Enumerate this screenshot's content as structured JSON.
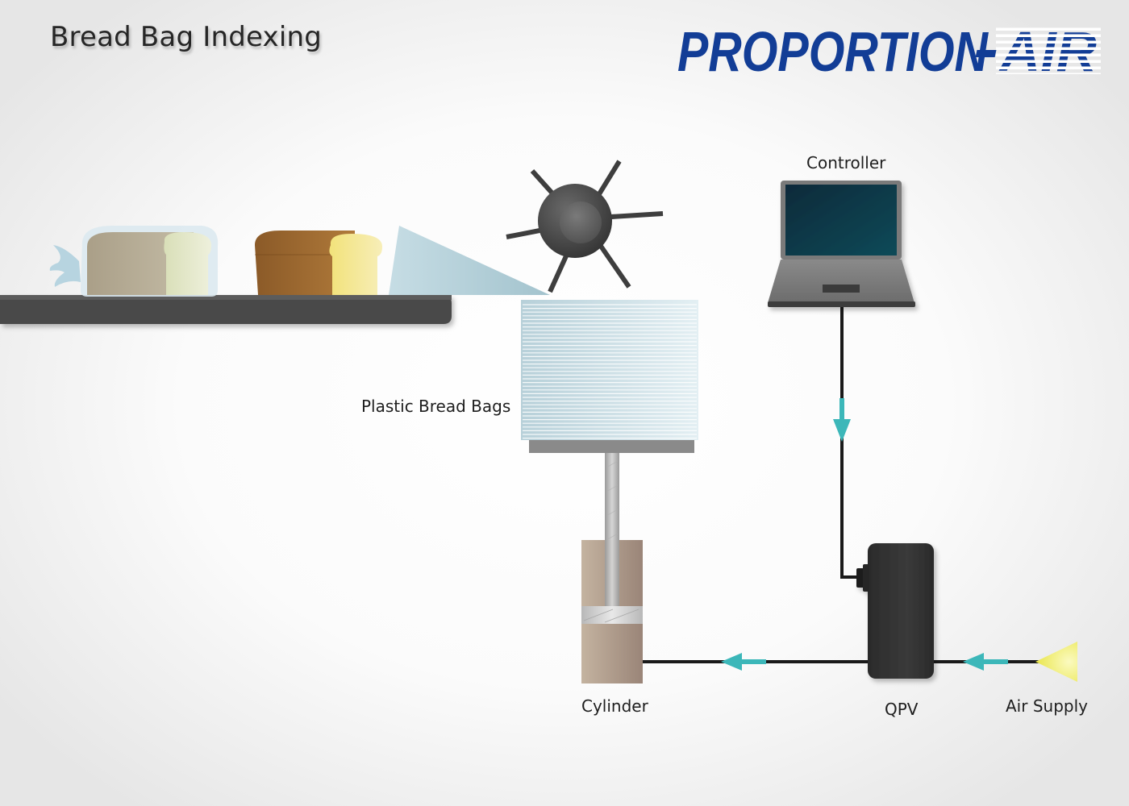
{
  "header": {
    "title": "Bread Bag Indexing",
    "logo_text": "PROPORTION AIR"
  },
  "labels": {
    "controller": "Controller",
    "bags": "Plastic Bread Bags",
    "cylinder": "Cylinder",
    "qpv": "QPV",
    "air_supply": "Air Supply"
  },
  "colors": {
    "brand_blue": "#123d96",
    "flow_arrow": "#3cb7b9",
    "air_line": "#1a1a1a",
    "conveyor": "#4a4a4a",
    "air_supply_cone": "#f0ee5e"
  },
  "components": [
    {
      "id": "conveyor",
      "icon": "conveyor-belt-icon"
    },
    {
      "id": "bagged-loaf",
      "icon": "bagged-bread-loaf-icon"
    },
    {
      "id": "loaf",
      "icon": "bread-loaf-icon"
    },
    {
      "id": "bag-opening",
      "icon": "bag-opening-icon"
    },
    {
      "id": "indexing-wheel",
      "icon": "rotary-wheel-icon"
    },
    {
      "id": "bag-stack",
      "icon": "bag-stack-icon"
    },
    {
      "id": "controller",
      "icon": "laptop-icon"
    },
    {
      "id": "qpv",
      "icon": "pressure-valve-icon"
    },
    {
      "id": "cylinder",
      "icon": "pneumatic-cylinder-icon"
    },
    {
      "id": "air-supply",
      "icon": "air-supply-icon"
    }
  ]
}
